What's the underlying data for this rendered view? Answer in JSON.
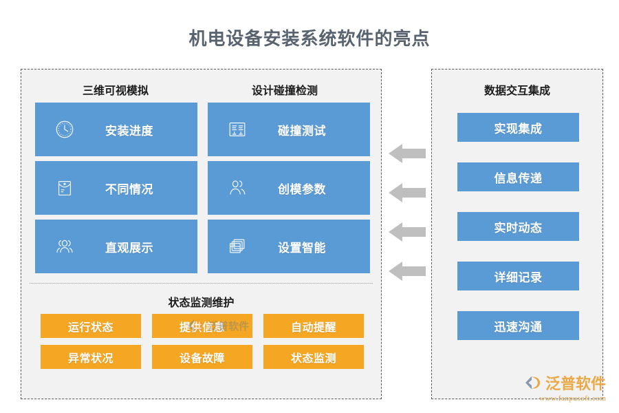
{
  "title": "机电设备安装系统软件的亮点",
  "colors": {
    "title": "#58636f",
    "card_blue": "#5b9bd5",
    "tag_orange": "#f5a623",
    "panel_bg": "#f2f2f2",
    "panel_border": "#5a5a5a",
    "arrow_gray": "#bfbfbf",
    "logo_orange": "#e8a030"
  },
  "left_panel": {
    "headers": {
      "column_1": "三维可视模拟",
      "column_2": "设计碰撞检测",
      "status_section": "状态监测维护"
    },
    "cards": [
      {
        "label": "安装进度",
        "icon": "clock-icon"
      },
      {
        "label": "碰撞测试",
        "icon": "report-chart-icon"
      },
      {
        "label": "不同情况",
        "icon": "envelope-icon"
      },
      {
        "label": "创模参数",
        "icon": "two-people-icon"
      },
      {
        "label": "直观展示",
        "icon": "three-people-icon"
      },
      {
        "label": "设置智能",
        "icon": "windows-stack-icon"
      }
    ],
    "tags": [
      "运行状态",
      "提供信息",
      "自动提醒",
      "异常状况",
      "设备故障",
      "状态监测"
    ]
  },
  "right_panel": {
    "header": "数据交互集成",
    "items": [
      "实现集成",
      "信息传递",
      "实时动态",
      "详细记录",
      "迅速沟通"
    ]
  },
  "arrows": {
    "count": 4,
    "direction": "left",
    "icon": "arrow-left-icon"
  },
  "watermarks": {
    "center": "泛普软件",
    "logo_name": "泛普软件",
    "logo_url": "www.fanpusoft.com"
  }
}
